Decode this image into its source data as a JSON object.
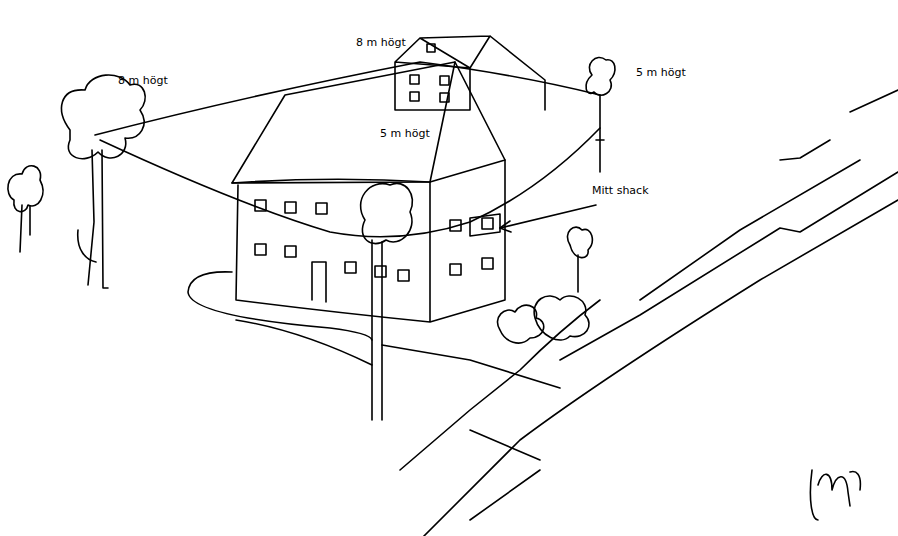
{
  "diagram": {
    "labels": [
      "8 m högt",
      "8 m högt",
      "5 m högt",
      "5 m högt",
      "Mitt shack"
    ]
  }
}
